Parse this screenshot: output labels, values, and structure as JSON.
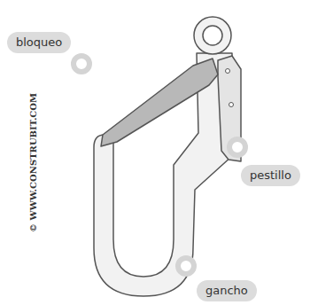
{
  "diagram": {
    "labels": [
      "bloqueo",
      "pestillo",
      "gancho",
      "© WWW.CONSTRUBIT.COM"
    ]
  }
}
